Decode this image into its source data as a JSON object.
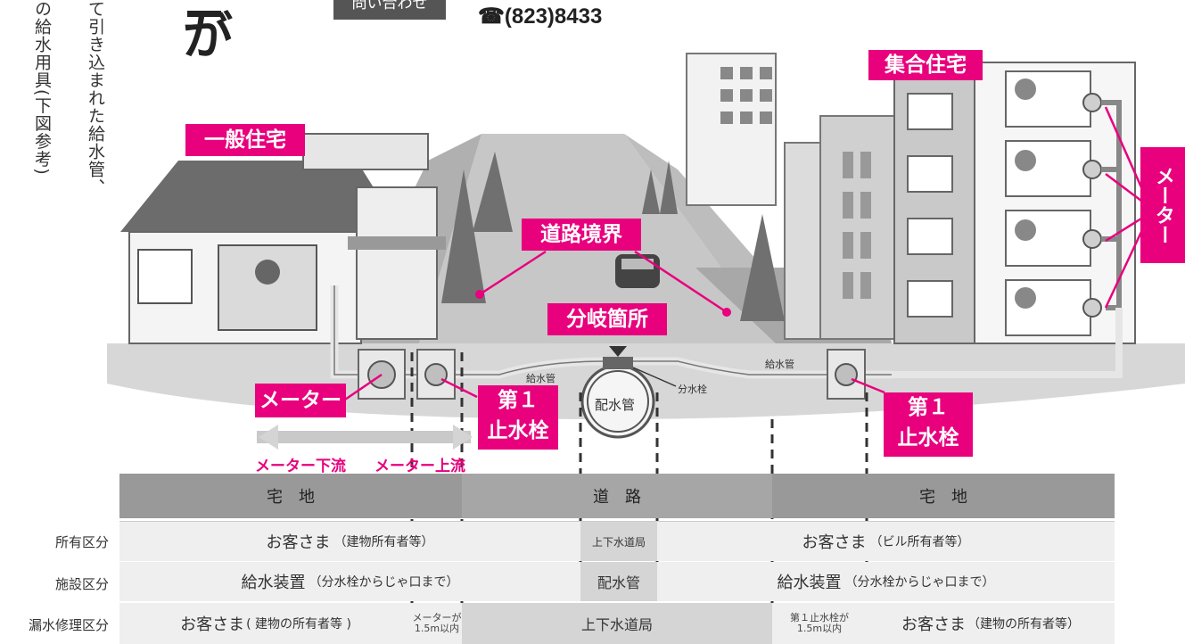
{
  "side_text": {
    "col1": "て引き込まれた給水管、",
    "col2": "の給水用具(下図参考)"
  },
  "heading_fragment": "が",
  "inquiry": {
    "label": "問い合わせ",
    "phone": "☎(823)8433"
  },
  "labels": {
    "general_house": "一般住宅",
    "apartment": "集合住宅",
    "road_boundary": "道路境界",
    "branch_point": "分岐箇所",
    "meter_left": "メーター",
    "meter_right": "メーター",
    "stop_valve_left": "第１\n止水栓",
    "stop_valve_right": "第１\n止水栓"
  },
  "diagram_text": {
    "supply_pipe_left": "給水管",
    "supply_pipe_right": "給水管",
    "distribution_pipe": "配水管",
    "branch_valve": "分水栓",
    "meter_downstream": "メーター下流",
    "meter_upstream": "メーター上流"
  },
  "table": {
    "header": {
      "left": "宅　地",
      "center": "道　路",
      "right": "宅　地"
    },
    "rows": [
      {
        "label": "所有区分",
        "left": "お客さま",
        "left_note": "（建物所有者等）",
        "center": "上下水道局",
        "right": "お客さま",
        "right_note": "（ビル所有者等）"
      },
      {
        "label": "施設区分",
        "left": "給水装置",
        "left_note": "（分水栓からじゃ口まで）",
        "center": "配水管",
        "right": "給水装置",
        "right_note": "（分水栓からじゃ口まで）"
      },
      {
        "label": "漏水修理区分",
        "left": "お客さま",
        "left_note": "( 建物の所有者等 )",
        "left_small": "メーターが\n1.5m以内",
        "center": "上下水道局",
        "right_small": "第１止水栓が\n1.5m以内",
        "right": "お客さま",
        "right_note": "（建物の所有者等）"
      }
    ]
  }
}
